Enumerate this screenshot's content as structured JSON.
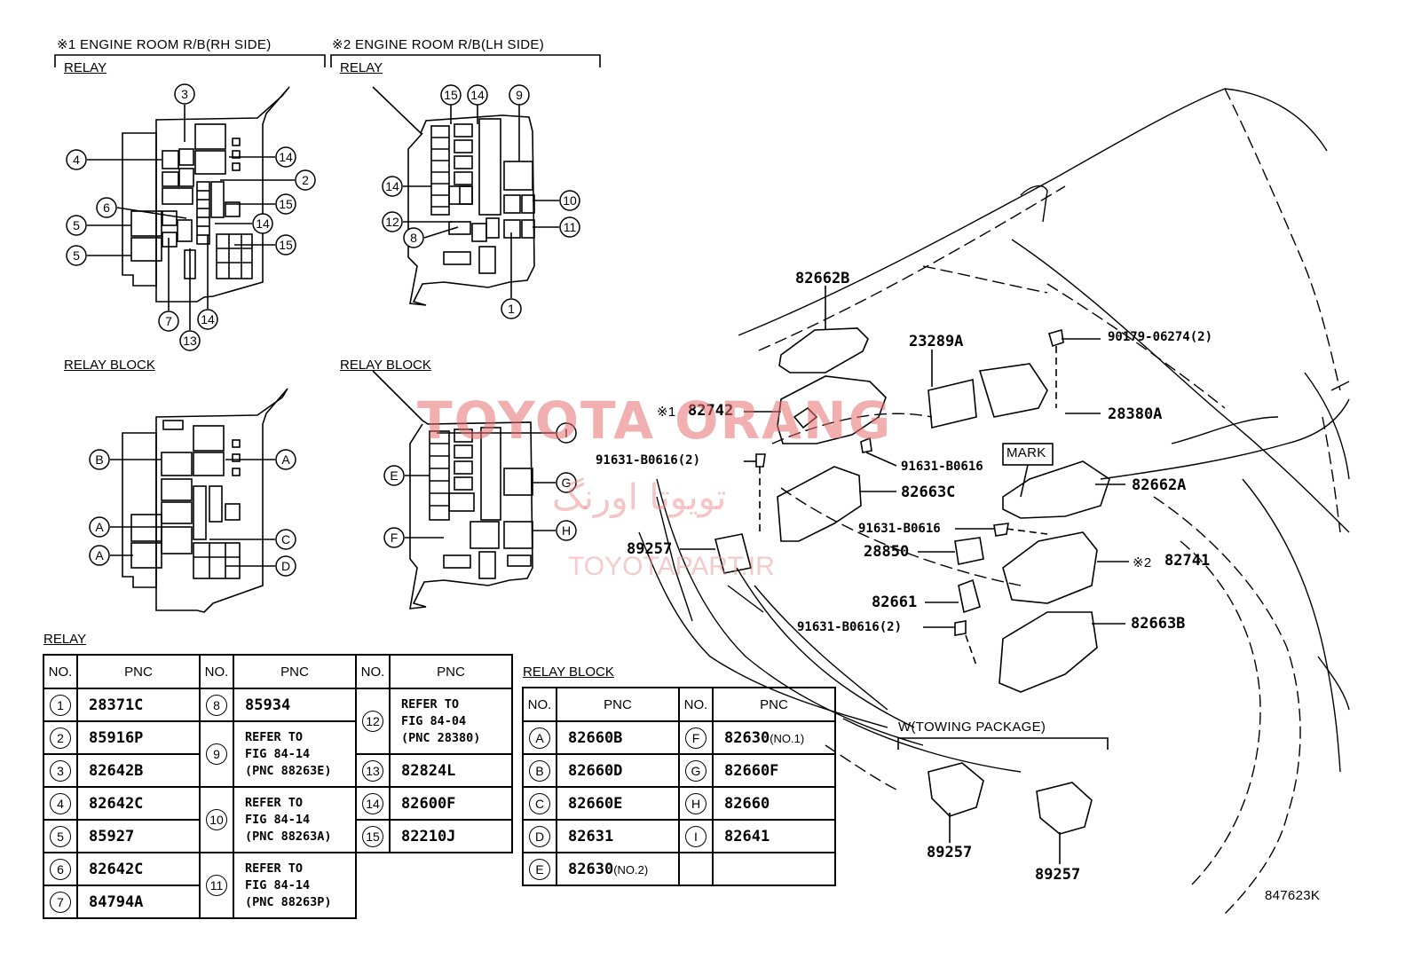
{
  "headings": {
    "rh_title": "※1 ENGINE ROOM R/B(RH SIDE)",
    "lh_title": "※2 ENGINE ROOM R/B(LH SIDE)",
    "rh_relay": "RELAY",
    "lh_relay": "RELAY",
    "rh_relay_block": "RELAY BLOCK",
    "lh_relay_block": "RELAY BLOCK",
    "relay_table_title": "RELAY",
    "relay_block_table_title": "RELAY BLOCK",
    "towing": "W(TOWING PACKAGE)"
  },
  "rh_relay_callouts": [
    "3",
    "4",
    "6",
    "5",
    "5",
    "14",
    "2",
    "15",
    "14",
    "15",
    "7",
    "13",
    "14"
  ],
  "lh_relay_callouts": [
    "15",
    "14",
    "9",
    "14",
    "12",
    "8",
    "10",
    "11",
    "1"
  ],
  "rh_block_callouts": [
    "B",
    "A",
    "A",
    "A",
    "C",
    "D"
  ],
  "lh_block_callouts": [
    "I",
    "E",
    "G",
    "F",
    "H"
  ],
  "relay_table": {
    "headers": [
      "NO.",
      "PNC",
      "NO.",
      "PNC",
      "NO.",
      "PNC"
    ],
    "col1": [
      {
        "no": "1",
        "pnc": "28371C"
      },
      {
        "no": "2",
        "pnc": "85916P"
      },
      {
        "no": "3",
        "pnc": "82642B"
      },
      {
        "no": "4",
        "pnc": "82642C"
      },
      {
        "no": "5",
        "pnc": "85927"
      },
      {
        "no": "6",
        "pnc": "82642C"
      },
      {
        "no": "7",
        "pnc": "84794A"
      }
    ],
    "col2": [
      {
        "no": "8",
        "pnc": "85934"
      },
      {
        "no": "9",
        "ref": [
          "REFER TO",
          "FIG 84-14",
          "(PNC 88263E)"
        ]
      },
      {
        "no": "10",
        "ref": [
          "REFER TO",
          "FIG 84-14",
          "(PNC 88263A)"
        ]
      },
      {
        "no": "11",
        "ref": [
          "REFER TO",
          "FIG 84-14",
          "(PNC 88263P)"
        ]
      }
    ],
    "col3": [
      {
        "no": "12",
        "ref": [
          "REFER TO",
          "FIG 84-04",
          "(PNC 28380)"
        ]
      },
      {
        "no": "13",
        "pnc": "82824L"
      },
      {
        "no": "14",
        "pnc": "82600F"
      },
      {
        "no": "15",
        "pnc": "82210J"
      }
    ]
  },
  "relay_block_table": {
    "headers": [
      "NO.",
      "PNC",
      "NO.",
      "PNC"
    ],
    "rows": [
      {
        "no1": "A",
        "pnc1": "82660B",
        "note1": "",
        "no2": "F",
        "pnc2": "82630",
        "note2": "(NO.1)"
      },
      {
        "no1": "B",
        "pnc1": "82660D",
        "note1": "",
        "no2": "G",
        "pnc2": "82660F",
        "note2": ""
      },
      {
        "no1": "C",
        "pnc1": "82660E",
        "note1": "",
        "no2": "H",
        "pnc2": "82660",
        "note2": ""
      },
      {
        "no1": "D",
        "pnc1": "82631",
        "note1": "",
        "no2": "I",
        "pnc2": "82641",
        "note2": ""
      },
      {
        "no1": "E",
        "pnc1": "82630",
        "note1": "(NO.2)",
        "no2": "",
        "pnc2": "",
        "note2": ""
      }
    ]
  },
  "part_callouts": {
    "p82662B": "82662B",
    "p23289A": "23289A",
    "p90179": "90179-06274(2)",
    "p82742_mark": "※1",
    "p82742": "82742",
    "p28380A": "28380A",
    "p91631_a": "91631-B0616(2)",
    "p91631_b": "91631-B0616",
    "mark": "MARK",
    "p82662A": "82662A",
    "p82663C": "82663C",
    "p91631_c": "91631-B0616",
    "p89257_main": "89257",
    "p28850": "28850",
    "p82741_mark": "※2",
    "p82741": "82741",
    "p82661": "82661",
    "p91631_d": "91631-B0616(2)",
    "p82663B": "82663B",
    "p89257_tow1": "89257",
    "p89257_tow2": "89257"
  },
  "figure_code": "847623K",
  "watermark": {
    "line1": "TOYOTA ORANG",
    "line2": "تویوتا اورنگ",
    "line3": "TOYOTAPART.IR"
  }
}
